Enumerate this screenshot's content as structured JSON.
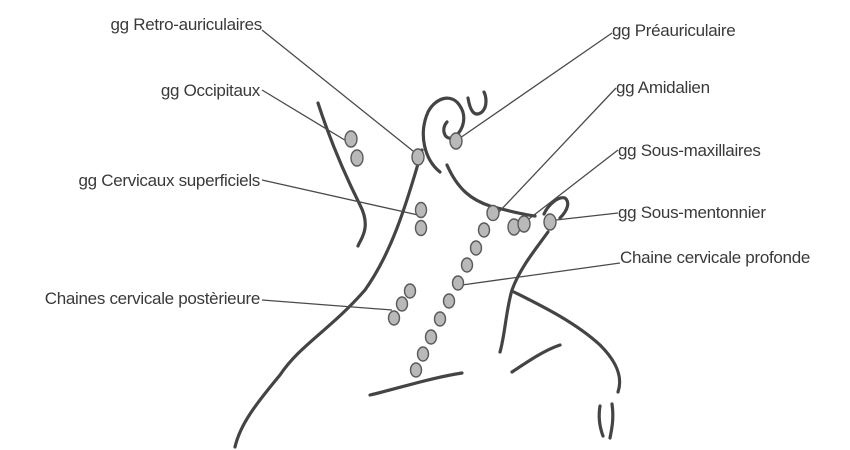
{
  "labels": {
    "retro_auriculaires": "gg Retro-auriculaires",
    "occipitaux": "gg Occipitaux",
    "cervicaux_superficiels": "gg Cervicaux superficiels",
    "chaines_cervicale_posterieure": "Chaines cervicale postèrieure",
    "preauriculaire": "gg Préauriculaire",
    "amidalien": "gg Amidalien",
    "sous_maxillaires": "gg Sous-maxillaires",
    "sous_mentonnier": "gg Sous-mentonnier",
    "chaine_cervicale_profonde": "Chaine cervicale profonde"
  },
  "colors": {
    "line": "#444444",
    "node_fill": "#b9b9b9",
    "node_stroke": "#5a5a5a",
    "text": "#3a3a3a"
  }
}
